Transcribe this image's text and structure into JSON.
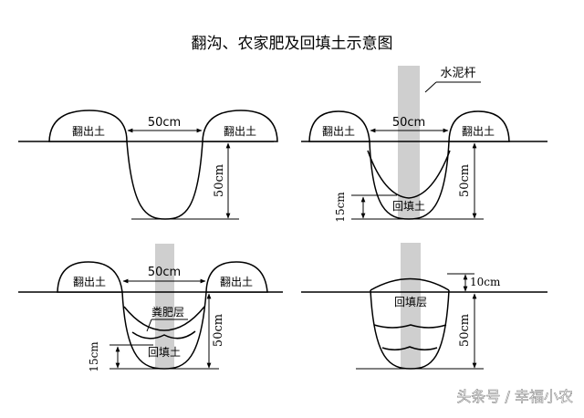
{
  "title": "翻沟、农家肥及回填土示意图",
  "labels": {
    "spoil": "翻出土",
    "width": "50cm",
    "depth": "50cm",
    "pole": "水泥杆",
    "backfill": "回填土",
    "backfill_layer": "回填层",
    "manure": "粪肥层",
    "fifteen": "15cm",
    "ten": "10cm"
  },
  "watermark": "头条号 / 幸福小农",
  "colors": {
    "line": "#000000",
    "pole": "#cfcfcf",
    "text": "#000000",
    "watermark": "#ffffff"
  }
}
